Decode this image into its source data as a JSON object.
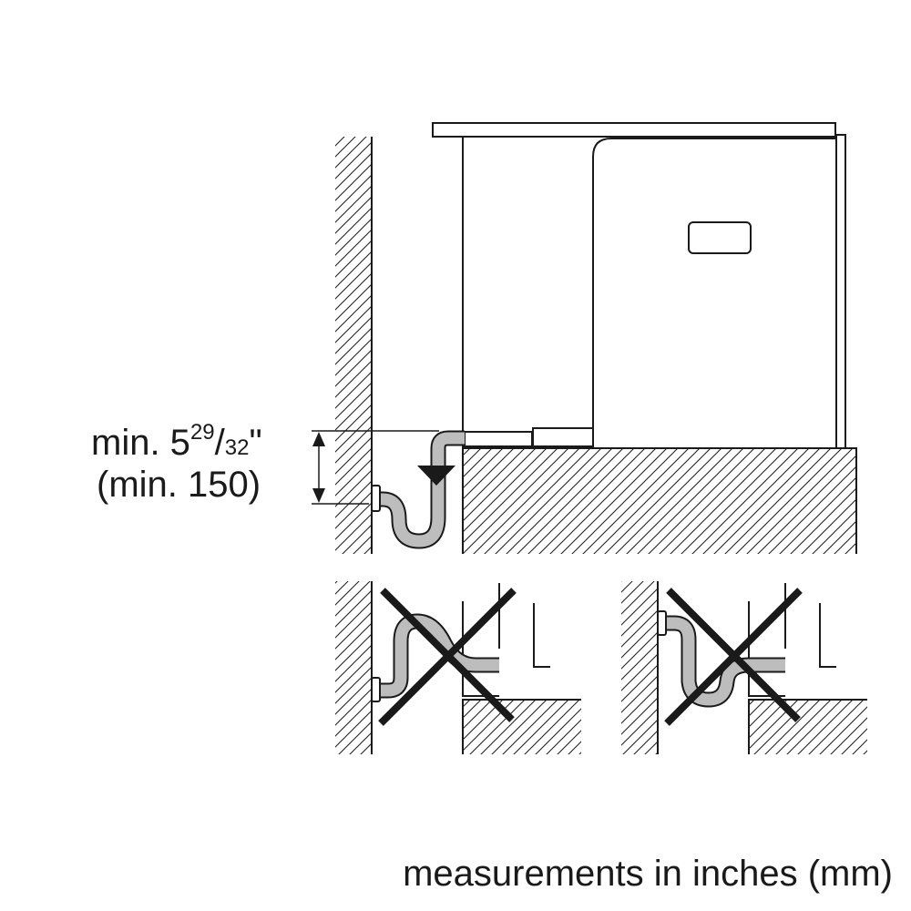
{
  "dimension": {
    "prefix": "min. 5",
    "numerator": "29",
    "slash": "/",
    "denominator": "32",
    "unit": "\"",
    "metric": "(min. 150)"
  },
  "footer": {
    "note": "measurements in inches (mm)"
  },
  "colors": {
    "line": "#1a1a1a",
    "hose_fill": "#bdbdbd",
    "background": "#ffffff"
  }
}
